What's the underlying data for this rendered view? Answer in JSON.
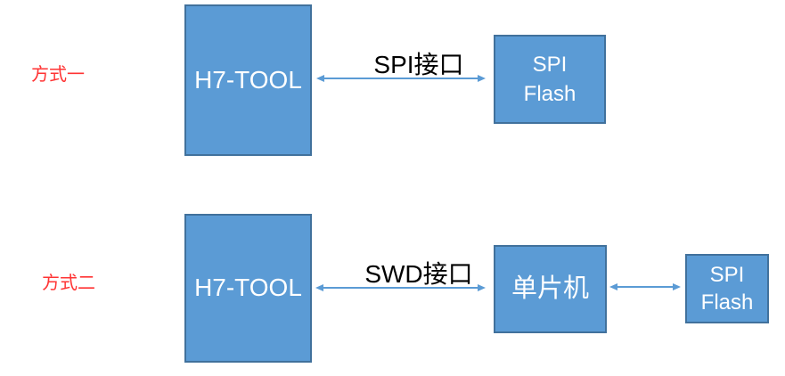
{
  "colors": {
    "node_fill": "#5B9BD5",
    "node_border": "#41719C",
    "node_text": "#FFFFFF",
    "arrow": "#5B9BD5",
    "method_label": "#FF3333",
    "link_label": "#000000",
    "background": "#FFFFFF"
  },
  "rows": [
    {
      "method_label": "方式一",
      "tool_node": "H7-TOOL",
      "link_label": "SPI接口",
      "flash_line1": "SPI",
      "flash_line2": "Flash"
    },
    {
      "method_label": "方式二",
      "tool_node": "H7-TOOL",
      "link_label": "SWD接口",
      "mcu_node": "单片机",
      "flash_line1": "SPI",
      "flash_line2": "Flash"
    }
  ]
}
